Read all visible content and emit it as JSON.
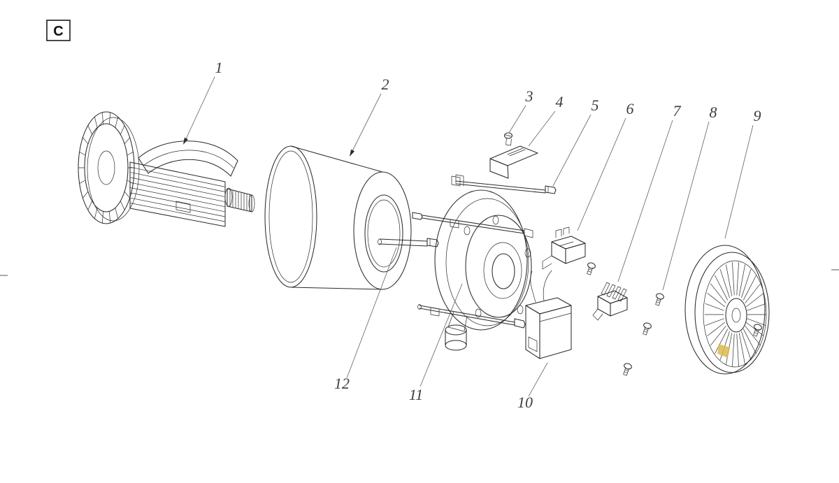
{
  "drawing": {
    "section_label": "C",
    "colors": {
      "line": "#2b2b2b",
      "background": "#ffffff",
      "leader": "#6a6a6a",
      "accent_yellow": "#dcb84e"
    },
    "parts": [
      {
        "number": "1"
      },
      {
        "number": "2"
      },
      {
        "number": "3"
      },
      {
        "number": "4"
      },
      {
        "number": "5"
      },
      {
        "number": "6"
      },
      {
        "number": "7"
      },
      {
        "number": "8"
      },
      {
        "number": "9"
      },
      {
        "number": "10"
      },
      {
        "number": "11"
      },
      {
        "number": "12"
      }
    ]
  }
}
